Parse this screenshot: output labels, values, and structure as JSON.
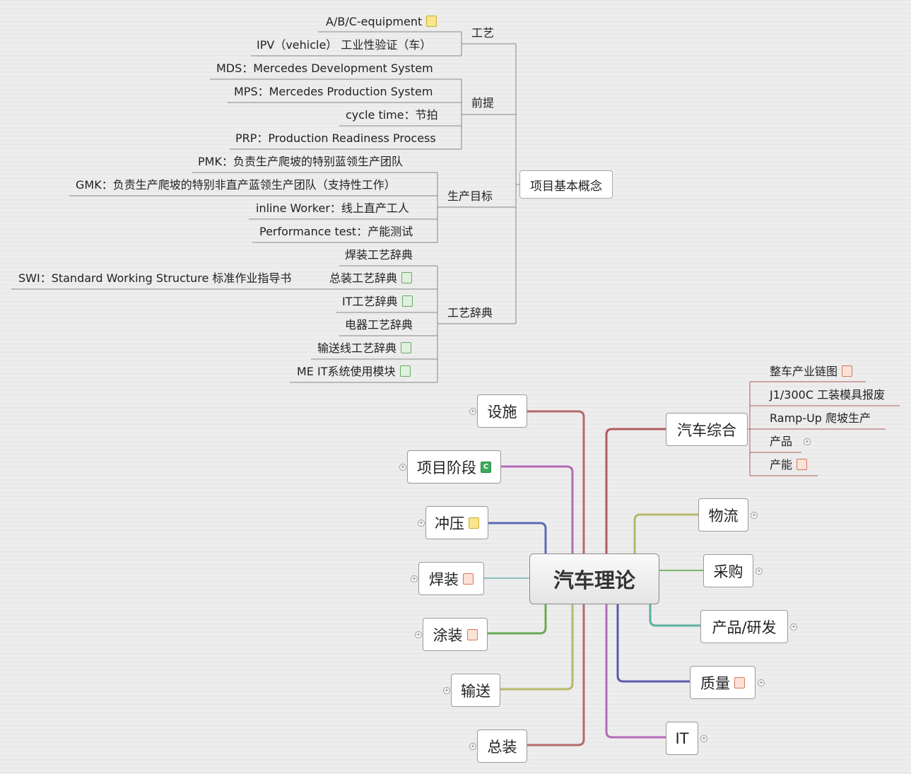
{
  "root": {
    "label": "汽车理论"
  },
  "basic_concepts": {
    "label": "项目基本概念",
    "groups": [
      {
        "label": "工艺",
        "items": [
          {
            "text": "A/B/C-equipment",
            "icon": "note-icon"
          },
          {
            "text": "IPV（vehicle） 工业性验证（车）"
          }
        ]
      },
      {
        "label": "前提",
        "items": [
          {
            "text": "MDS：Mercedes Development System"
          },
          {
            "text": "MPS：Mercedes Production System"
          },
          {
            "text": "cycle time：节拍"
          },
          {
            "text": "PRP：Production Readiness Process"
          }
        ]
      },
      {
        "label": "生产目标",
        "items": [
          {
            "text": "PMK：负责生产爬坡的特别蓝领生产团队"
          },
          {
            "text": "GMK：负责生产爬坡的特别非直产蓝领生产团队（支持性工作）"
          },
          {
            "text": "inline Worker：线上直产工人"
          },
          {
            "text": "Performance test：产能测试"
          }
        ]
      },
      {
        "label": "工艺辞典",
        "items": [
          {
            "text": "焊装工艺辞典"
          },
          {
            "text": "总装工艺辞典",
            "icon": "excel-icon",
            "child": "SWI：Standard Working Structure 标准作业指导书"
          },
          {
            "text": "IT工艺辞典",
            "icon": "excel-icon"
          },
          {
            "text": "电器工艺辞典"
          },
          {
            "text": "输送线工艺辞典",
            "icon": "excel-icon"
          },
          {
            "text": "ME IT系统使用模块",
            "icon": "excel-icon"
          }
        ]
      }
    ]
  },
  "left_branches": [
    {
      "label": "设施",
      "color": "#b56a6a"
    },
    {
      "label": "项目阶段",
      "color": "#b46bb9",
      "icon": "calendar-icon",
      "icon_text": "C"
    },
    {
      "label": "冲压",
      "color": "#5a6bb4",
      "icon": "note-icon"
    },
    {
      "label": "焊装",
      "color": "#8fc1c1",
      "icon": "powerpoint-icon"
    },
    {
      "label": "涂装",
      "color": "#6aaa55",
      "icon": "powerpoint-icon"
    },
    {
      "label": "输送",
      "color": "#b7b86a"
    },
    {
      "label": "总装",
      "color": "#b56a6a"
    }
  ],
  "right_branches": [
    {
      "label": "汽车综合",
      "color": "#b05a5a",
      "children": [
        {
          "text": "整车产业链图",
          "icon": "powerpoint-icon"
        },
        {
          "text": "J1/300C 工装模具报废"
        },
        {
          "text": "Ramp-Up 爬坡生产"
        },
        {
          "text": "产品",
          "collapsed": true
        },
        {
          "text": "产能",
          "icon": "powerpoint-icon"
        }
      ]
    },
    {
      "label": "物流",
      "color": "#b7b86a"
    },
    {
      "label": "采购",
      "color": "#7ab56a"
    },
    {
      "label": "产品/研发",
      "color": "#5ab0a0"
    },
    {
      "label": "质量",
      "color": "#5a5ab0",
      "icon": "powerpoint-icon"
    },
    {
      "label": "IT",
      "color": "#b46bb9"
    }
  ],
  "expand_symbol": "+"
}
